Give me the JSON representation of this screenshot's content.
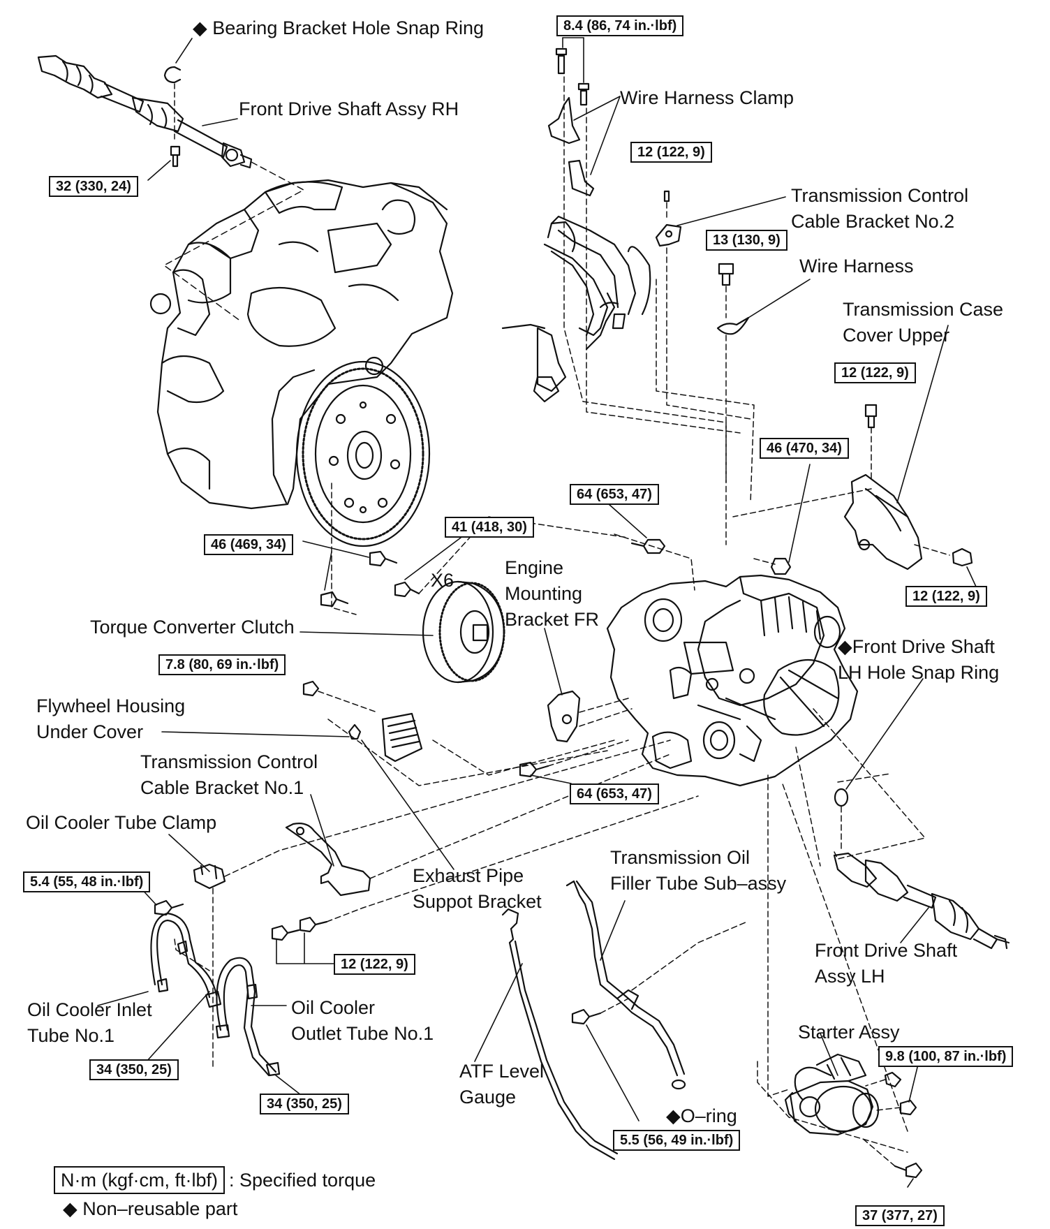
{
  "labels": {
    "bearing_bracket_snap_ring": "◆ Bearing Bracket Hole Snap Ring",
    "front_drive_shaft_rh": "Front Drive Shaft Assy RH",
    "wire_harness_clamp": "Wire Harness Clamp",
    "tcc_bracket_no2": "Transmission Control\nCable Bracket No.2",
    "wire_harness": "Wire Harness",
    "trans_case_cover_upper": "Transmission Case\nCover Upper",
    "engine_mounting_bracket": "Engine\nMounting\nBracket FR",
    "x6": "X6",
    "torque_converter_clutch": "Torque Converter Clutch",
    "front_drive_shaft_lh_snap_ring": "◆Front Drive Shaft\nLH Hole Snap Ring",
    "flywheel_housing_under_cover": "Flywheel Housing\nUnder Cover",
    "tcc_bracket_no1": "Transmission Control\nCable Bracket No.1",
    "oil_cooler_tube_clamp": "Oil Cooler Tube Clamp",
    "exhaust_pipe_support_bracket": "Exhaust Pipe\nSuppot Bracket",
    "trans_oil_filler_tube": "Transmission Oil\nFiller Tube Sub–assy",
    "front_drive_shaft_lh": "Front Drive Shaft\nAssy LH",
    "oil_cooler_inlet_tube": "Oil Cooler Inlet\nTube No.1",
    "oil_cooler_outlet_tube": "Oil Cooler\nOutlet Tube No.1",
    "starter_assy": "Starter Assy",
    "atf_level_gauge": "ATF Level\nGauge",
    "o_ring": "◆O–ring"
  },
  "torques": {
    "t_8_4": "8.4 (86, 74 in.·lbf)",
    "t_32": "32 (330, 24)",
    "t_12_top": "12 (122, 9)",
    "t_13": "13 (130, 9)",
    "t_12_cover": "12 (122, 9)",
    "t_46_470": "46 (470, 34)",
    "t_64_top": "64 (653, 47)",
    "t_41": "41 (418, 30)",
    "t_46_469": "46 (469, 34)",
    "t_12_right": "12 (122, 9)",
    "t_7_8": "7.8 (80, 69 in.·lbf)",
    "t_64_bottom": "64 (653, 47)",
    "t_5_4": "5.4 (55, 48 in.·lbf)",
    "t_12_bottom": "12 (122, 9)",
    "t_34_a": "34 (350, 25)",
    "t_34_b": "34 (350, 25)",
    "t_9_8": "9.8 (100, 87 in.·lbf)",
    "t_5_5": "5.5 (56, 49 in.·lbf)",
    "t_37": "37 (377, 27)"
  },
  "legend": {
    "unit_box": "N·m (kgf·cm, ft·lbf)",
    "unit_text": ": Specified torque",
    "nonreusable": "◆ Non–reusable part"
  }
}
